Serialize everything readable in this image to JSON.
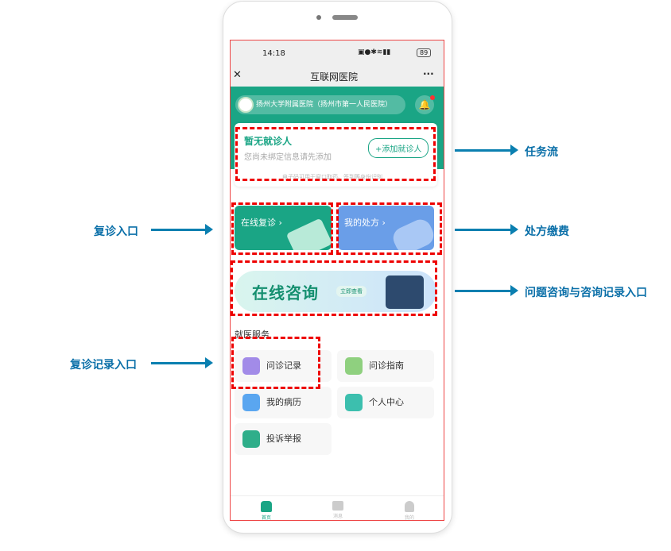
{
  "status": {
    "time": "14:18",
    "battery": "89"
  },
  "nav": {
    "close": "✕",
    "title": "互联网医院",
    "more": "···"
  },
  "hospital": {
    "name": "扬州大学附属医院（扬州市第一人民医院）"
  },
  "patient_card": {
    "title": "暂无就诊人",
    "subtitle": "您尚未绑定信息请先添加",
    "add_button": "+添加就诊人",
    "footnote": "电子码可用于窗口取药、签到等身份识别"
  },
  "tiles": {
    "revisit": "在线复诊 ›",
    "prescription": "我的处方 ›"
  },
  "banner": {
    "title": "在线咨询",
    "badge": "立即查看"
  },
  "services": {
    "heading": "就医服务",
    "items": [
      {
        "label": "问诊记录",
        "color": "#a28be8"
      },
      {
        "label": "问诊指南",
        "color": "#8fd07f"
      },
      {
        "label": "我的病历",
        "color": "#5aa6f0"
      },
      {
        "label": "个人中心",
        "color": "#3cbfae"
      },
      {
        "label": "投诉举报",
        "color": "#2fae8a"
      }
    ]
  },
  "tabbar": [
    {
      "label": "首页"
    },
    {
      "label": "消息"
    },
    {
      "label": "我的"
    }
  ],
  "annotations": {
    "task_flow": "任务流",
    "prescription_pay": "处方缴费",
    "revisit_entry": "复诊入口",
    "consult_entry": "问题咨询与咨询记录入口",
    "revisit_record_entry": "复诊记录入口"
  }
}
